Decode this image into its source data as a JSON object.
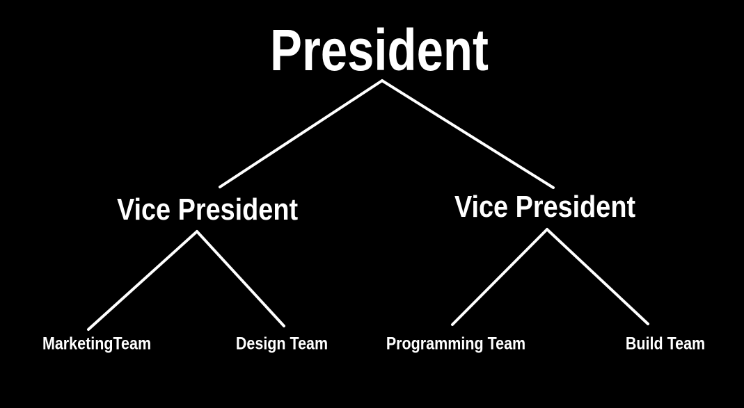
{
  "diagram": {
    "root": {
      "label": "President"
    },
    "vice_presidents": [
      {
        "label": "Vice President"
      },
      {
        "label": "Vice President"
      }
    ],
    "teams": [
      {
        "label": "MarketingTeam"
      },
      {
        "label": "Design Team"
      },
      {
        "label": "Programming Team"
      },
      {
        "label": "Build Team"
      }
    ]
  }
}
